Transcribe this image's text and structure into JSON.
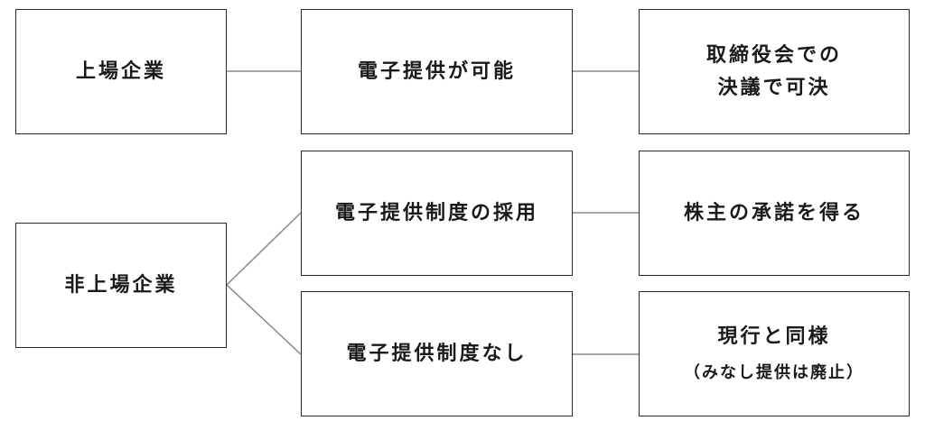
{
  "rows": {
    "listed": {
      "company": "上場企業",
      "provision": "電子提供が可能",
      "requirement_line1": "取締役会での",
      "requirement_line2": "決議で可決"
    },
    "unlisted": {
      "company": "非上場企業",
      "adopt": {
        "provision": "電子提供制度の採用",
        "requirement": "株主の承諾を得る"
      },
      "none": {
        "provision": "電子提供制度なし",
        "requirement": "現行と同様",
        "note": "（みなし提供は廃止）"
      }
    }
  },
  "colors": {
    "border": "#2a2a2a",
    "connector": "#8a8a8a",
    "text": "#1a1a1a",
    "background": "#ffffff"
  }
}
